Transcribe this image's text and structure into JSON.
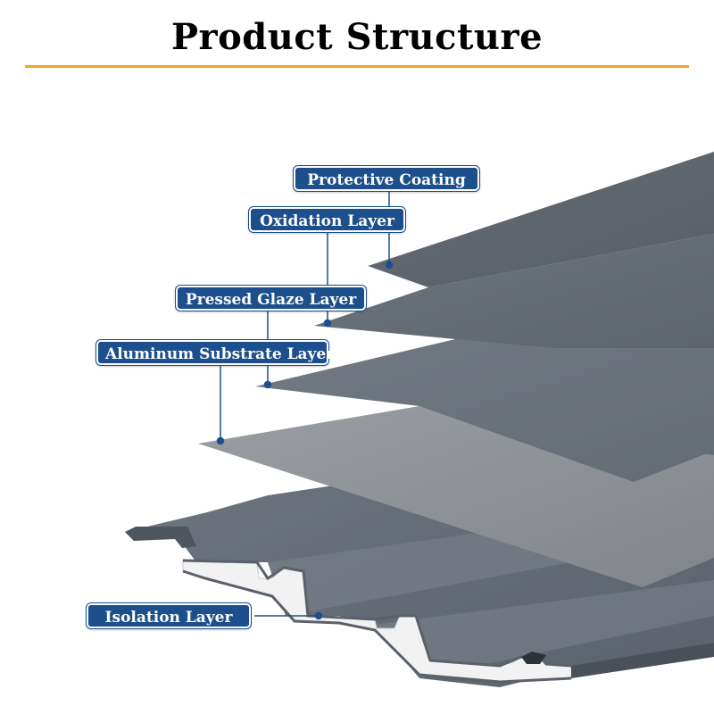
{
  "title": "Product Structure",
  "colors": {
    "accent_rule": "#f0a81a",
    "label_bg": "#1c4f8c",
    "label_text": "#ffffff"
  },
  "labels": {
    "protective_coating": "Protective Coating",
    "oxidation_layer": "Oxidation Layer",
    "pressed_glaze_layer": "Pressed Glaze Layer",
    "aluminum_substrate_layer": "Aluminum Substrate Layer",
    "isolation_layer": "Isolation Layer"
  }
}
